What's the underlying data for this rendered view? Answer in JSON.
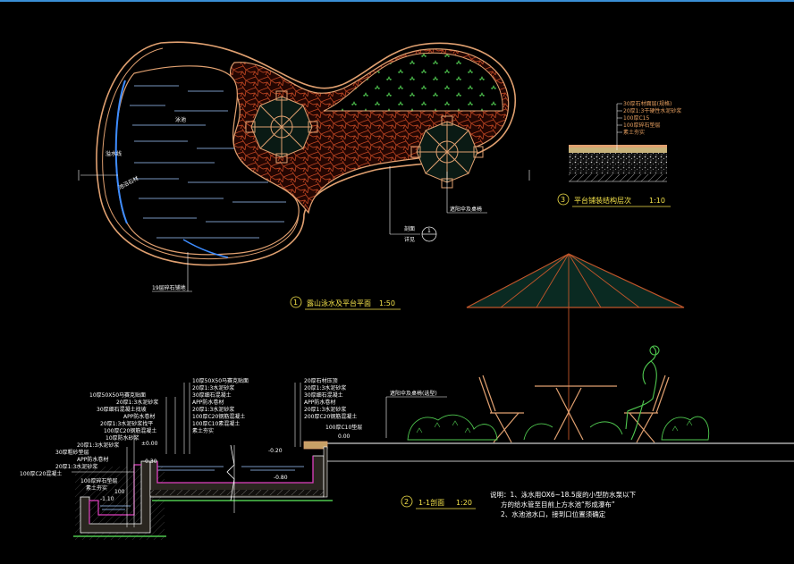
{
  "plan": {
    "pool_label": "泳池",
    "overflow_label": "溢水线",
    "edge_label": "池沿石材",
    "tile_label": "19层碎石铺地",
    "umbrella_label": "遮阳伞及桌椅",
    "section_mark_top": "剖面",
    "section_mark_bottom": "详见",
    "section_num": "1",
    "title_num": "1",
    "title": "露山泳水及平台平面",
    "scale": "1:50"
  },
  "layers": {
    "items": [
      "30厚石材面层(规格)",
      "20厚1:3干硬性水泥砂浆",
      "100厚C15",
      "100厚碎石垫层",
      "素土夯实"
    ],
    "title_num": "3",
    "title": "平台铺装结构层次",
    "scale": "1:10"
  },
  "section": {
    "left_labels": [
      "10厚50X50马赛克贴面",
      "20厚1:3水泥砂浆",
      "30厚细石混凝土找坡",
      "APP防水卷材",
      "20厚1:3水泥砂浆找平",
      "100厚C20钢筋混凝土",
      "10厚防水砂浆",
      "20厚1:3水泥砂浆",
      "30厚粗砂垫层",
      "APP防水卷材",
      "20厚1:3水泥砂浆",
      "100厚C20混凝土",
      "100厚碎石垫层",
      "素土夯实"
    ],
    "mid_labels": [
      "10厚50X50马赛克贴面",
      "20厚1:3水泥砂浆",
      "30厚细石混凝土",
      "APP防水卷材",
      "20厚1:3水泥砂浆",
      "100厚C20钢筋混凝土",
      "100厚C10素混凝土",
      "素土夯实"
    ],
    "right_labels": [
      "20厚石材压顶",
      "20厚1:3水泥砂浆",
      "30厚细石混凝土",
      "APP防水卷材",
      "20厚1:3水泥砂浆",
      "200厚C20钢筋混凝土",
      "100厚C10垫层"
    ],
    "level_top": "±0.00",
    "level_water": "-0.20",
    "level_floor": "-0.80",
    "level_deck": "0.00",
    "level_left": "-0.30",
    "level_bottom": "-1.10",
    "dim": "100",
    "umbrella_label": "遮阳伞及桌椅(选型)",
    "title_num": "2",
    "title": "1-1剖面",
    "scale": "1:20"
  },
  "notes": {
    "line1": "说明：1、泳水用OX6~18.5度的小型防水泵以下",
    "line2": "方的给水管至目前上方水池“形成瀑布”",
    "line3": "2、水池池水口，接到口位置须确定"
  },
  "colors": {
    "bg": "#000000",
    "outline": "#e0a070",
    "paving": "#b3401f",
    "water": "#9fc8ff",
    "grass": "#4fc84f",
    "text": "#ffffff",
    "title": "#f4e24a",
    "membrane": "#e040c0",
    "umbrella": "#c0552a"
  }
}
